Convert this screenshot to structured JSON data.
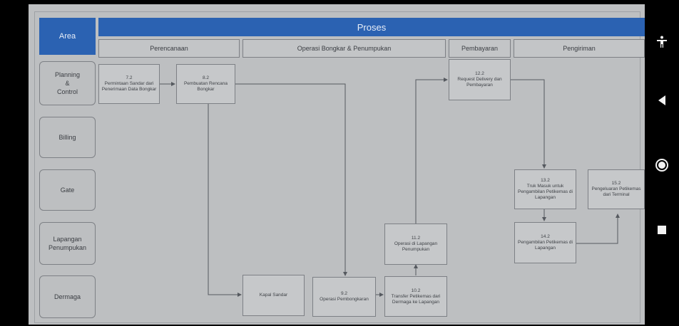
{
  "header": {
    "area": "Area",
    "proses": "Proses"
  },
  "phases": [
    "Perencanaan",
    "Operasi Bongkar & Penumpukan",
    "Pembayaran",
    "Pengiriman"
  ],
  "lanes": [
    {
      "line1": "Planning",
      "line2": "&",
      "line3": "Control"
    },
    {
      "line1": "Billing"
    },
    {
      "line1": "Gate"
    },
    {
      "line1": "Lapangan",
      "line2": "Penumpukan"
    },
    {
      "line1": "Dermaga"
    }
  ],
  "steps": {
    "s72": {
      "num": "7.2",
      "text": "Permintaan Sandar dari Penerimaan Data Bongkar"
    },
    "s82": {
      "num": "8.2",
      "text": "Pembuatan Rencana Bongkar"
    },
    "kapal": {
      "num": "",
      "text": "Kapal Sandar"
    },
    "s92": {
      "num": "9.2",
      "text": "Operasi Pembongkaran"
    },
    "s102": {
      "num": "10.2",
      "text": "Transfer Petikemas dari Dermaga ke Lapangan"
    },
    "s112": {
      "num": "11.2",
      "text": "Operasi di Lapangan Penumpukan"
    },
    "s122": {
      "num": "12.2",
      "text": "Request Delivery dan Pembayaran"
    },
    "s132": {
      "num": "13.2",
      "text": "Truk Masuk untuk Pengambilan Petikemas di Lapangan"
    },
    "s142": {
      "num": "14.2",
      "text": "Pengambilan Petikemas di Lapangan"
    },
    "s152": {
      "num": "15.2",
      "text": "Pengeluaran Petikemas dari Terminal"
    }
  },
  "nav": {
    "accessibility_icon": "accessibility-icon",
    "back_icon": "back-icon",
    "home_icon": "home-icon",
    "recents_icon": "recents-icon"
  }
}
